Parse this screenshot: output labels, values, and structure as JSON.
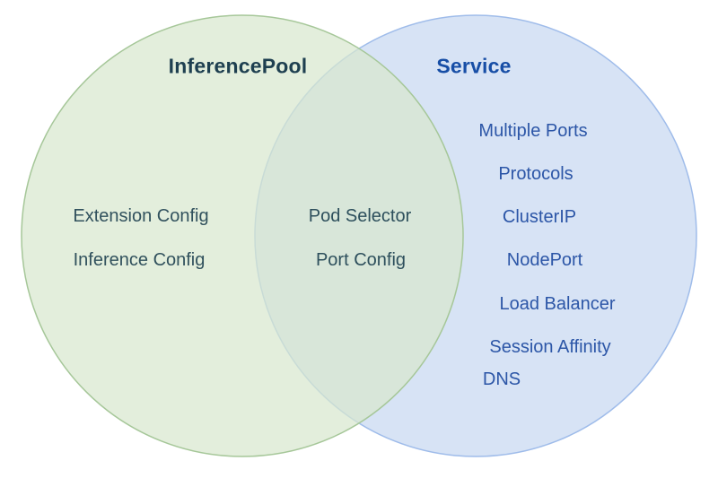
{
  "diagram": {
    "type": "venn",
    "left_set": {
      "title": "InferencePool",
      "items": [
        "Extension Config",
        "Inference Config"
      ]
    },
    "overlap_set": {
      "items": [
        "Pod Selector",
        "Port Config"
      ]
    },
    "right_set": {
      "title": "Service",
      "items": [
        "Multiple Ports",
        "Protocols",
        "ClusterIP",
        "NodePort",
        "Load Balancer",
        "Session Affinity",
        "DNS"
      ]
    },
    "colors": {
      "left_fill": "#e4efdd",
      "left_stroke": "#a6c799",
      "right_fill": "#d7e3f5",
      "right_stroke": "#9fbcea",
      "overlap_fill": "#d8e6de",
      "left_title_text": "#1e3f50",
      "left_item_text": "#31515d",
      "right_title_text": "#174ea6",
      "right_item_text": "#2c56a7",
      "background": "#ffffff"
    }
  }
}
